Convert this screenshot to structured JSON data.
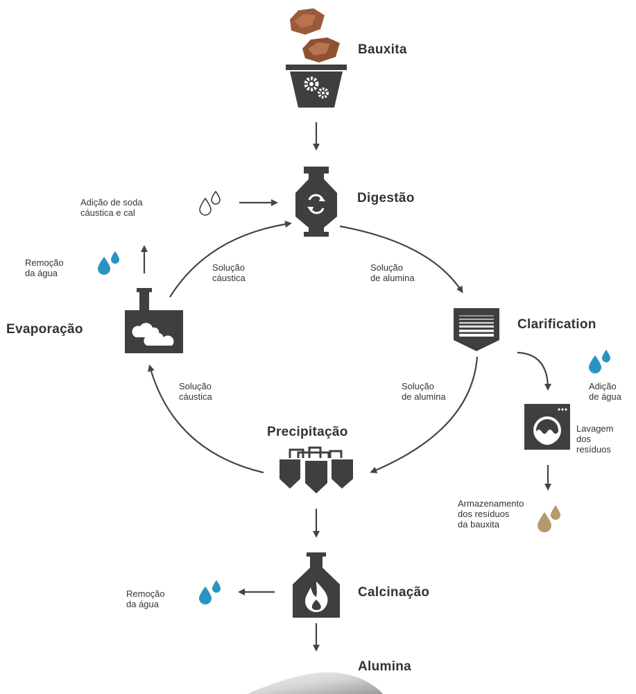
{
  "stages": {
    "bauxita": "Bauxita",
    "digestao": "Digestão",
    "clarification": "Clarification",
    "precipitacao": "Precipitação",
    "evaporacao": "Evaporação",
    "calcinacao": "Calcinação",
    "alumina": "Alumina"
  },
  "notes": {
    "adicao_soda": [
      "Adição de soda",
      "cáustica e cal"
    ],
    "remocao_agua_top": [
      "Remoção",
      "da água"
    ],
    "solucao_caustica_top": [
      "Solução",
      "cáustica"
    ],
    "solucao_alumina_top": [
      "Solução",
      "de alumina"
    ],
    "solucao_caustica_bottom": [
      "Solução",
      "cáustica"
    ],
    "solucao_alumina_bottom": [
      "Solução",
      "de alumina"
    ],
    "adicao_agua": [
      "Adição",
      "de água"
    ],
    "lavagem": [
      "Lavagem",
      "dos",
      "resíduos"
    ],
    "armazenamento": [
      "Armazenamento",
      "dos resíduos",
      "da bauxita"
    ],
    "remocao_agua_bottom": [
      "Remoção",
      "da água"
    ]
  },
  "colors": {
    "icon": "#3f3f41",
    "water": "#2b93c4",
    "residue": "#b39b6d",
    "ore": "#9a5b3a",
    "arrow": "#444444"
  },
  "icons": [
    "ore-rocks-icon",
    "grinder-hopper-icon",
    "digester-icon",
    "clarifier-icon",
    "precipitator-tanks-icon",
    "evaporator-icon",
    "calciner-icon",
    "washer-icon",
    "water-drop-icon",
    "residue-drop-icon",
    "alumina-powder-icon"
  ]
}
